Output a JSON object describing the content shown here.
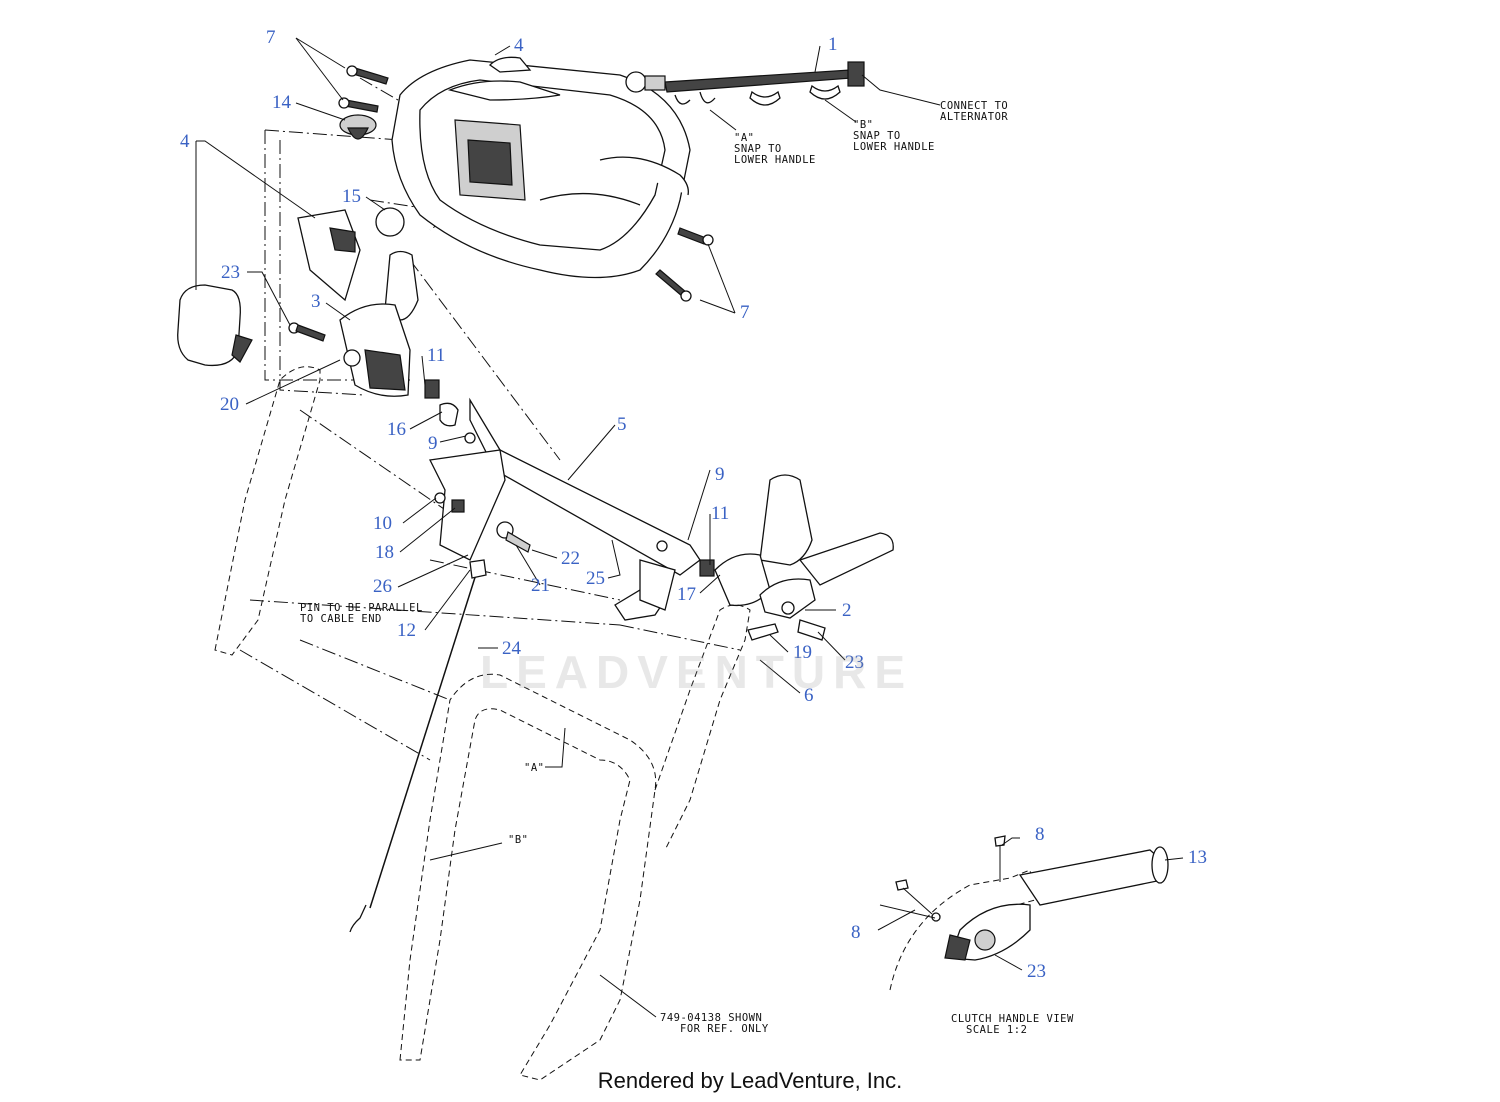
{
  "callouts": {
    "c1": "1",
    "c2": "2",
    "c3": "3",
    "c4a": "4",
    "c4b": "4",
    "c5": "5",
    "c6": "6",
    "c7a": "7",
    "c7b": "7",
    "c8a": "8",
    "c8b": "8",
    "c9a": "9",
    "c9b": "9",
    "c10": "10",
    "c11a": "11",
    "c11b": "11",
    "c12": "12",
    "c13": "13",
    "c14": "14",
    "c15": "15",
    "c16": "16",
    "c17": "17",
    "c18": "18",
    "c19": "19",
    "c20": "20",
    "c21": "21",
    "c22": "22",
    "c23a": "23",
    "c23b": "23",
    "c23c": "23",
    "c24": "24",
    "c25": "25",
    "c26": "26"
  },
  "notes": {
    "alternator_1": "CONNECT TO",
    "alternator_2": "ALTERNATOR",
    "snap_a_1": "\"A\"",
    "snap_a_2": "SNAP TO",
    "snap_a_3": "LOWER HANDLE",
    "snap_b_1": "\"B\"",
    "snap_b_2": "SNAP TO",
    "snap_b_3": "LOWER HANDLE",
    "pin_1": "PIN TO BE PARALLEL",
    "pin_2": "TO CABLE END",
    "label_a": "\"A\"",
    "label_b": "\"B\"",
    "ref_1": "749-04138 SHOWN",
    "ref_2": "FOR REF. ONLY",
    "clutch_1": "CLUTCH HANDLE VIEW",
    "clutch_2": "SCALE 1:2"
  },
  "watermark": "LEADVENTURE",
  "footer": "Rendered by LeadVenture, Inc.",
  "colors": {
    "callout": "#3a62c4",
    "line": "#111111"
  }
}
